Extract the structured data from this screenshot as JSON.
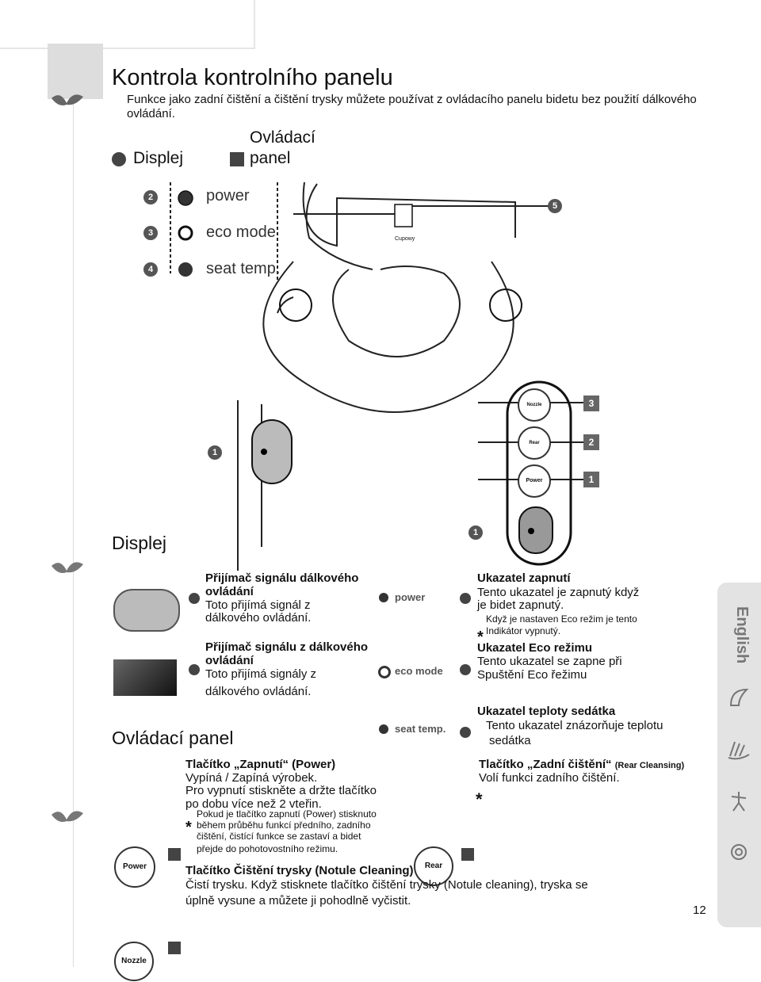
{
  "title": "Kontrola kontrolního panelu",
  "intro": "Funkce jako zadní čištění a čištění trysky můžete používat z ovládacího panelu bidetu bez použití dálkového ovládání.",
  "legend": {
    "display": "Displej",
    "panel_line1": "Ovládací",
    "panel_line2": "panel"
  },
  "diagram": {
    "display_labels": [
      "power",
      "eco mode",
      "seat temp."
    ],
    "display_numbers": [
      "2",
      "3",
      "4"
    ],
    "seat_number": "5",
    "panel_numbers": [
      "3",
      "2",
      "1"
    ],
    "sensor_number": "1",
    "sensor_number_2": "1",
    "panel_buttons": [
      "Nozzle Cleaning",
      "Rear Cleaning",
      "Power"
    ],
    "brand": "Cupowy"
  },
  "displej_section": "Displej",
  "receiver1": {
    "title1": "Přijímač signálu dálkového",
    "title2": "ovládání",
    "text1": "Toto přijímá signál z",
    "text2": "dálkového ovládání."
  },
  "receiver2": {
    "title1": "Přijímač signálu z dálkového",
    "title2": "ovládání",
    "text1": "Toto přijímá signály z",
    "text2": "dálkového ovládání."
  },
  "indicators": {
    "power": "power",
    "eco": "eco mode",
    "seat": "seat temp."
  },
  "power_ind": {
    "title": "Ukazatel zapnutí",
    "text1": "Tento ukazatel je zapnutý když",
    "text2": "je bidet zapnutý.",
    "note1": "Když je nastaven Eco režim je tento",
    "note2": "Indikátor vypnutý."
  },
  "eco_ind": {
    "title": "Ukazatel Eco režimu",
    "text1": "Tento ukazatel se zapne při",
    "text2": "Spuštění Eco řežimu"
  },
  "seat_ind": {
    "title": "Ukazatel teploty sedátka",
    "text1": "Tento ukazatel znázorňuje teplotu",
    "text2": "sedátka"
  },
  "panel_section": "Ovládací panel",
  "power_btn": {
    "title": "Tlačítko „Zapnutí“ (Power)",
    "text1": "Vypíná / Zapíná výrobek.",
    "text2": "Pro vypnutí stiskněte a držte tlačítko",
    "text3": "po dobu více než 2 vteřin.",
    "note1": "Pokud je tlačítko zapnutí (Power) stisknuto",
    "note2": "během průběhu funkcí předního, zadního",
    "note3": "čištění, čistící funkce se zastaví a bidet",
    "note4": "přejde do pohotovostního režimu.",
    "icon_label": "Power"
  },
  "rear_btn": {
    "title": "Tlačítko „Zadní čištění“",
    "title_small": "(Rear Cleansing)",
    "text1": "Volí funkci zadního čištění.",
    "icon_label": "Rear"
  },
  "nozzle_btn": {
    "title": "Tlačítko Čištění trysky (Notule Cleaning)",
    "text1": "Čistí trysku. Když stisknete tlačítko čištění trysky (Notule cleaning), tryska se",
    "text2": "úplně vysune a můžete ji pohodlně vyčistit.",
    "icon_label": "Nozzle"
  },
  "asterisk": "*",
  "side_tab": "English",
  "page_number": "12",
  "colors": {
    "accent": "#444444",
    "tab": "#e3e3e3"
  }
}
